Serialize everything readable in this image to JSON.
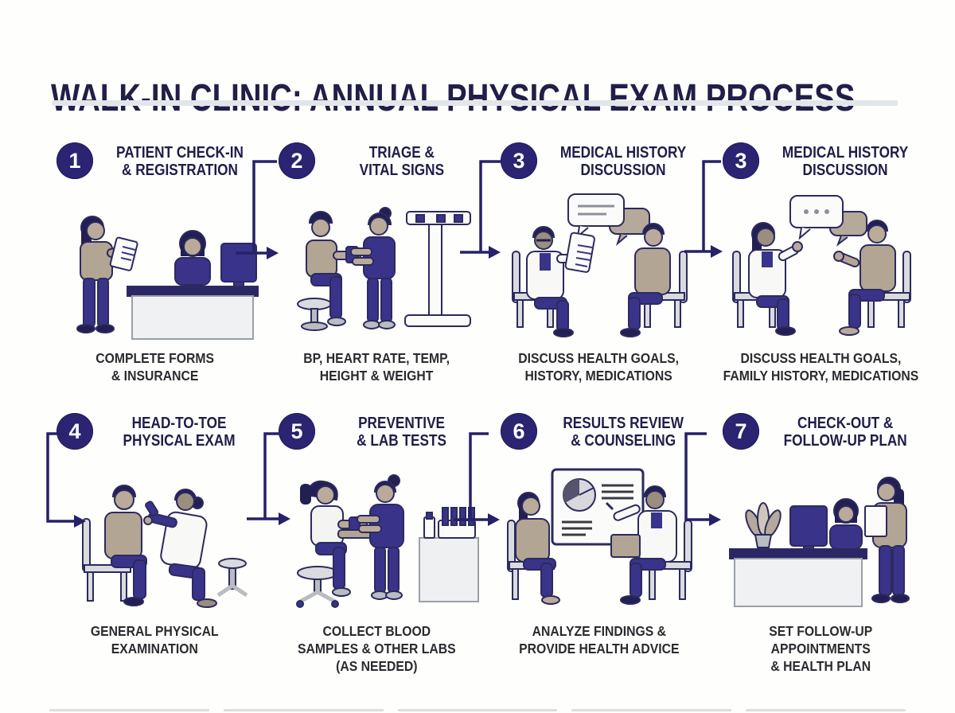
{
  "page": {
    "title": "WALK-IN CLINIC: ANNUAL PHYSICAL EXAM PROCESS"
  },
  "colors": {
    "navy_circle": "#2a2472",
    "navy_line": "#262168",
    "title_text": "#211e49",
    "caption_text": "#2b2b30",
    "rule_gray": "#e2e6ea",
    "skin_tan": "#b9aa9a",
    "clothing_navy": "#39348a",
    "furniture_gray": "#eef0f2"
  },
  "steps": [
    {
      "number": "1",
      "title": "PATIENT CHECK-IN\n& REGISTRATION",
      "caption": "COMPLETE FORMS\n& INSURANCE",
      "icon": "reception-check-in-icon"
    },
    {
      "number": "2",
      "title": "TRIAGE &\nVITAL SIGNS",
      "caption": "BP, HEART RATE, TEMP,\nHEIGHT & WEIGHT",
      "icon": "blood-pressure-scale-icon"
    },
    {
      "number": "3",
      "title": "MEDICAL HISTORY\nDISCUSSION",
      "caption": "DISCUSS HEALTH GOALS,\nHISTORY, MEDICATIONS",
      "icon": "doctor-clipboard-talk-icon"
    },
    {
      "number": "3",
      "title": "MEDICAL HISTORY\nDISCUSSION",
      "caption": "DISCUSS HEALTH GOALS,\nFAMILY HISTORY, MEDICATIONS",
      "icon": "doctor-patient-conversation-icon"
    },
    {
      "number": "4",
      "title": "HEAD-TO-TOE\nPHYSICAL EXAM",
      "caption": "GENERAL PHYSICAL\nEXAMINATION",
      "icon": "otoscope-exam-icon"
    },
    {
      "number": "5",
      "title": "PREVENTIVE\n& LAB TESTS",
      "caption": "COLLECT BLOOD\nSAMPLES & OTHER LABS\n(AS NEEDED)",
      "icon": "blood-draw-lab-icon"
    },
    {
      "number": "6",
      "title": "RESULTS REVIEW\n& COUNSELING",
      "caption": "ANALYZE FINDINGS &\nPROVIDE HEALTH ADVICE",
      "icon": "results-chart-icon"
    },
    {
      "number": "7",
      "title": "CHECK-OUT &\nFOLLOW-UP PLAN",
      "caption": "SET FOLLOW-UP\nAPPOINTMENTS\n& HEALTH PLAN",
      "icon": "checkout-desk-icon"
    }
  ]
}
